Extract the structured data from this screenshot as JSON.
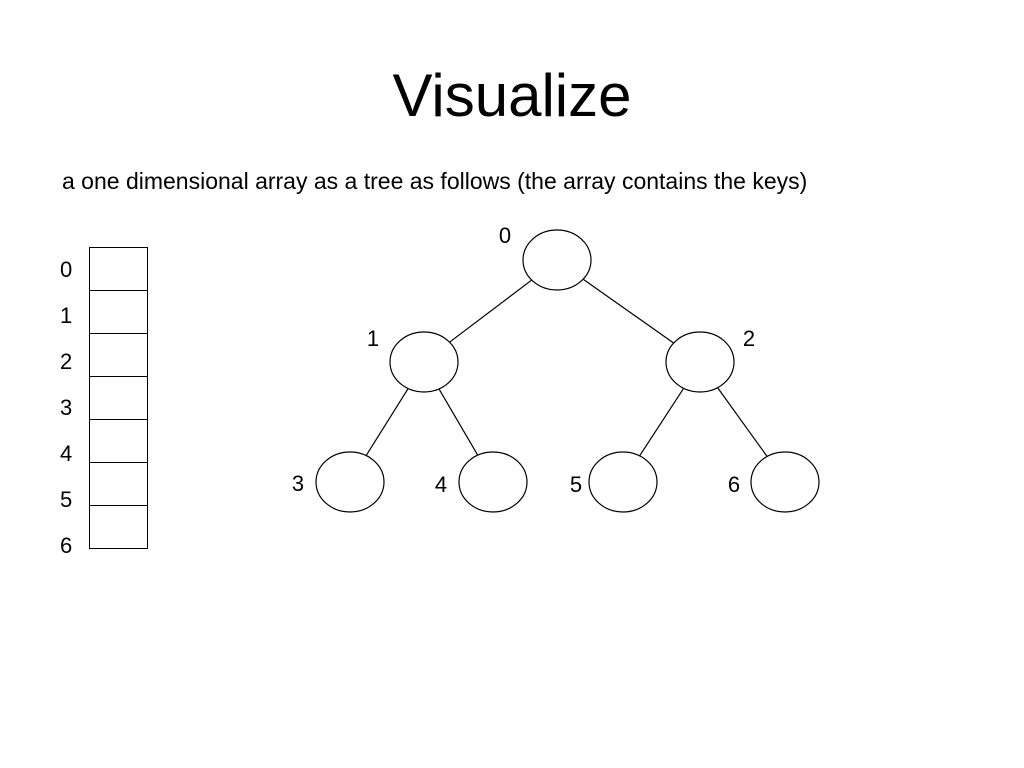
{
  "title": "Visualize",
  "subtitle": "a one dimensional array as a tree as follows (the array contains the keys)",
  "array": {
    "indices": [
      "0",
      "1",
      "2",
      "3",
      "4",
      "5",
      "6"
    ]
  },
  "tree": {
    "nodes": [
      {
        "label": "0"
      },
      {
        "label": "1"
      },
      {
        "label": "2"
      },
      {
        "label": "3"
      },
      {
        "label": "4"
      },
      {
        "label": "5"
      },
      {
        "label": "6"
      }
    ],
    "edges": [
      [
        0,
        1
      ],
      [
        0,
        2
      ],
      [
        1,
        3
      ],
      [
        1,
        4
      ],
      [
        2,
        5
      ],
      [
        2,
        6
      ]
    ]
  }
}
